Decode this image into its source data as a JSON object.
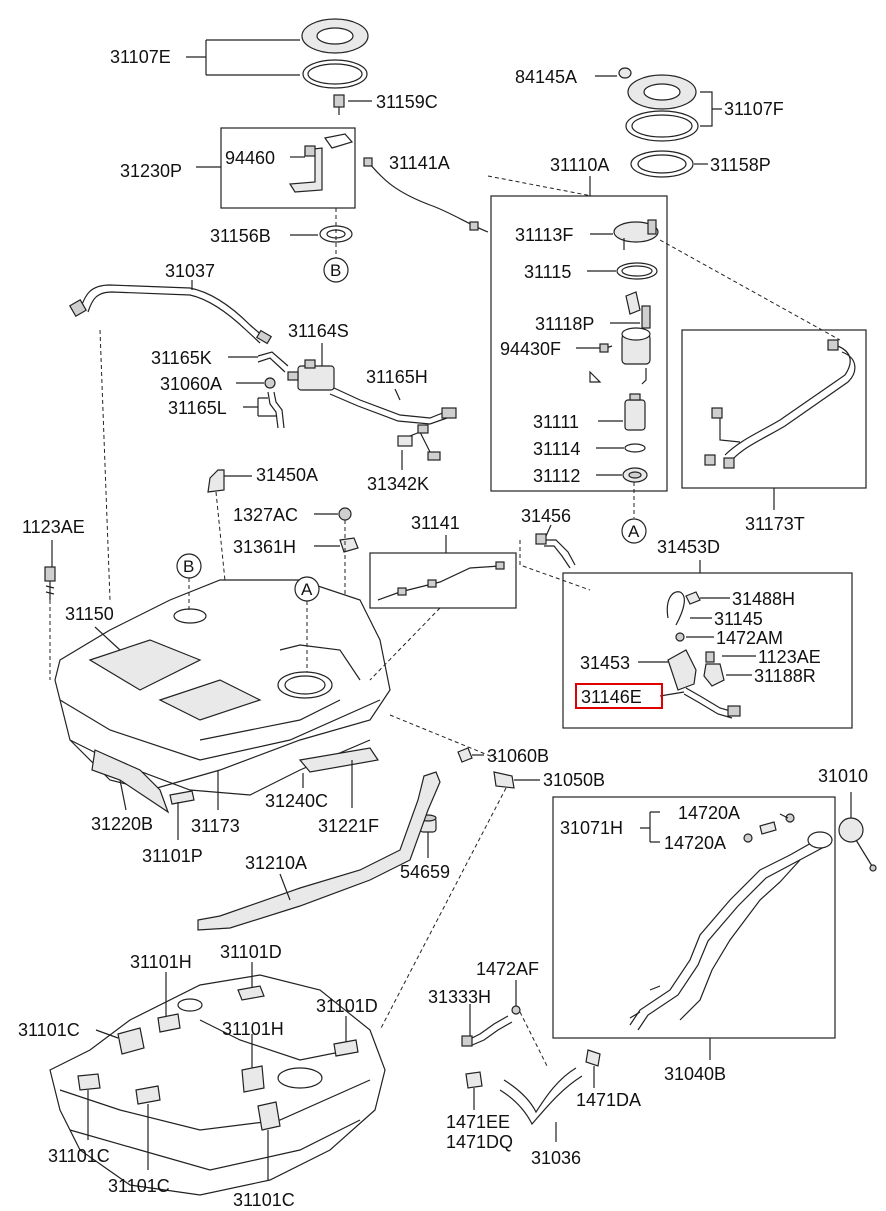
{
  "labels": {
    "p31107E": "31107E",
    "p31159C": "31159C",
    "p31230P": "31230P",
    "p94460": "94460",
    "p31141A": "31141A",
    "p31156B": "31156B",
    "circleB_top": "B",
    "p84145A": "84145A",
    "p31107F": "31107F",
    "p31110A": "31110A",
    "p31158P": "31158P",
    "p31113F": "31113F",
    "p31115": "31115",
    "p31118P": "31118P",
    "p94430F": "94430F",
    "p31111": "31111",
    "p31114": "31114",
    "p31112": "31112",
    "circleA_right": "A",
    "p31173T": "31173T",
    "p31037": "31037",
    "p31164S": "31164S",
    "p31165K": "31165K",
    "p31060A": "31060A",
    "p31165L": "31165L",
    "p31165H": "31165H",
    "p31342K": "31342K",
    "p31450A": "31450A",
    "p1327AC": "1327AC",
    "p31361H": "31361H",
    "p1123AE_left": "1123AE",
    "circleB_tank": "B",
    "circleA_tank": "A",
    "p31150": "31150",
    "p31141": "31141",
    "p31456": "31456",
    "p31453D": "31453D",
    "p31488H": "31488H",
    "p31145": "31145",
    "p1472AM": "1472AM",
    "p31453": "31453",
    "p1123AE_right": "1123AE",
    "p31146E": "31146E",
    "p31188R": "31188R",
    "p31060B": "31060B",
    "p31050B": "31050B",
    "p31010": "31010",
    "p31220B": "31220B",
    "p31173": "31173",
    "p31240C": "31240C",
    "p31221F": "31221F",
    "p31101P": "31101P",
    "p31071H": "31071H",
    "p14720A_1": "14720A",
    "p14720A_2": "14720A",
    "p54659": "54659",
    "p31210A": "31210A",
    "p31101H_1": "31101H",
    "p31101D_1": "31101D",
    "p31101C_1": "31101C",
    "p31101H_2": "31101H",
    "p31101D_2": "31101D",
    "p1472AF": "1472AF",
    "p31333H": "31333H",
    "p31040B": "31040B",
    "p1471DA": "1471DA",
    "p1471EE": "1471EE",
    "p1471DQ": "1471DQ",
    "p31036": "31036",
    "p31101C_2": "31101C",
    "p31101C_3": "31101C",
    "p31101C_4": "31101C"
  },
  "highlight": {
    "part_number": "31146E",
    "color": "#e10000"
  }
}
